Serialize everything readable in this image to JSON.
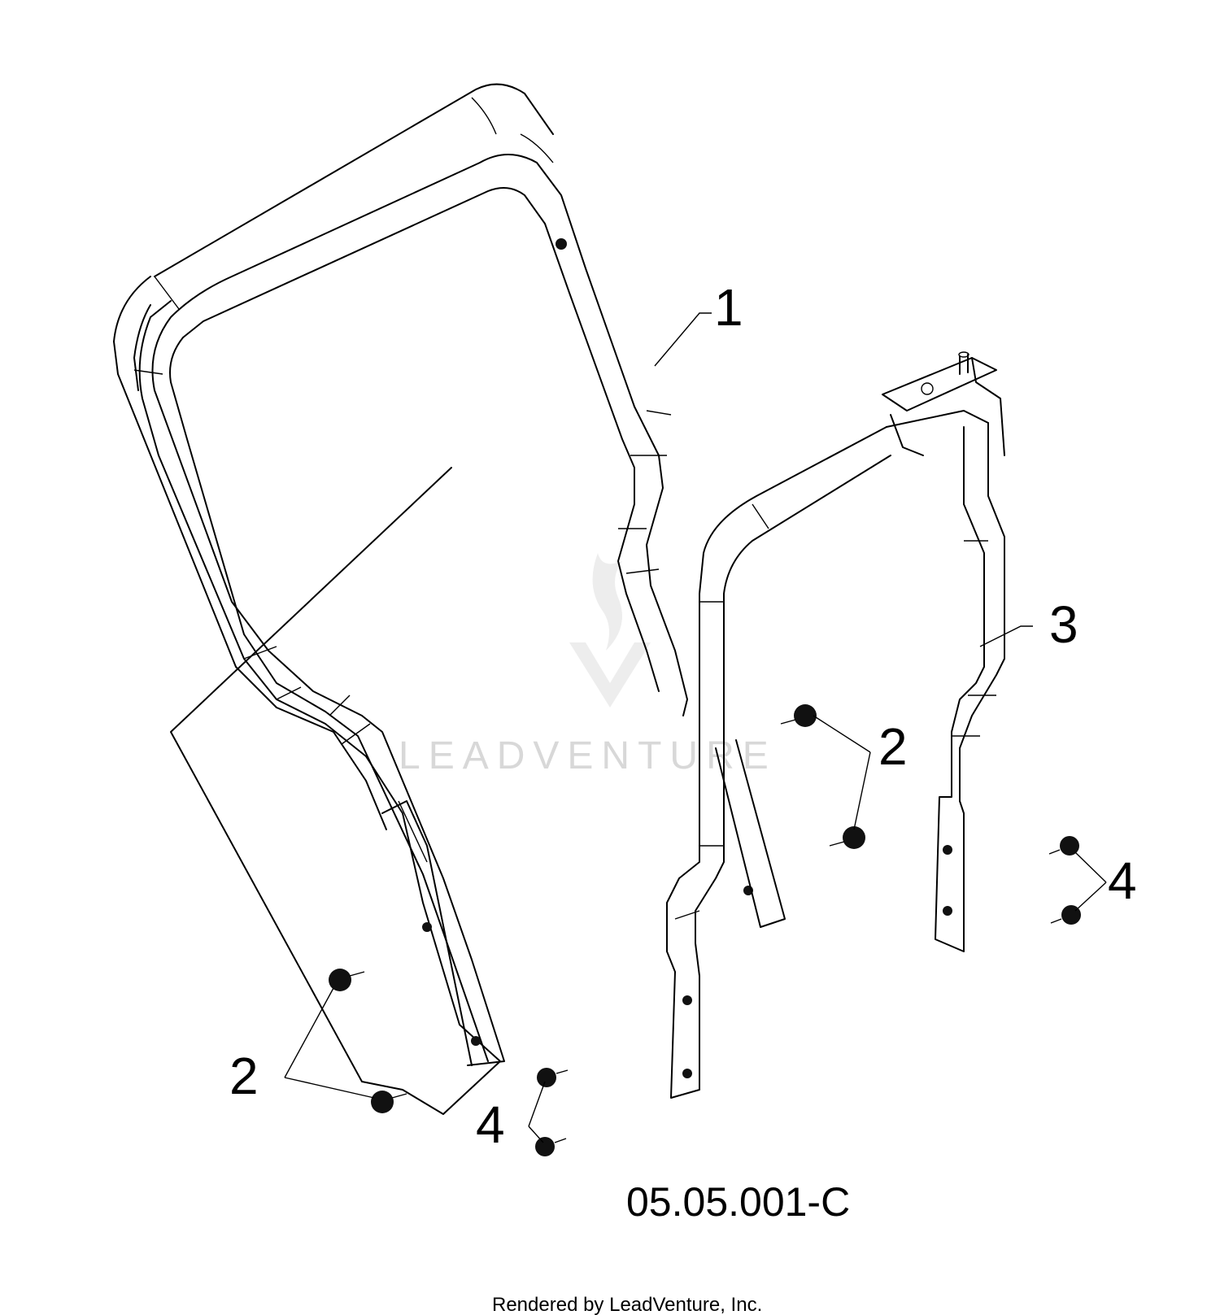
{
  "callouts": {
    "part_1": "1",
    "part_2_left": "2",
    "part_2_right": "2",
    "part_3": "3",
    "part_4_left": "4",
    "part_4_right": "4"
  },
  "figure_number": "05.05.001-C",
  "watermark": "LEADVENTURE",
  "footer": "Rendered by LeadVenture, Inc."
}
